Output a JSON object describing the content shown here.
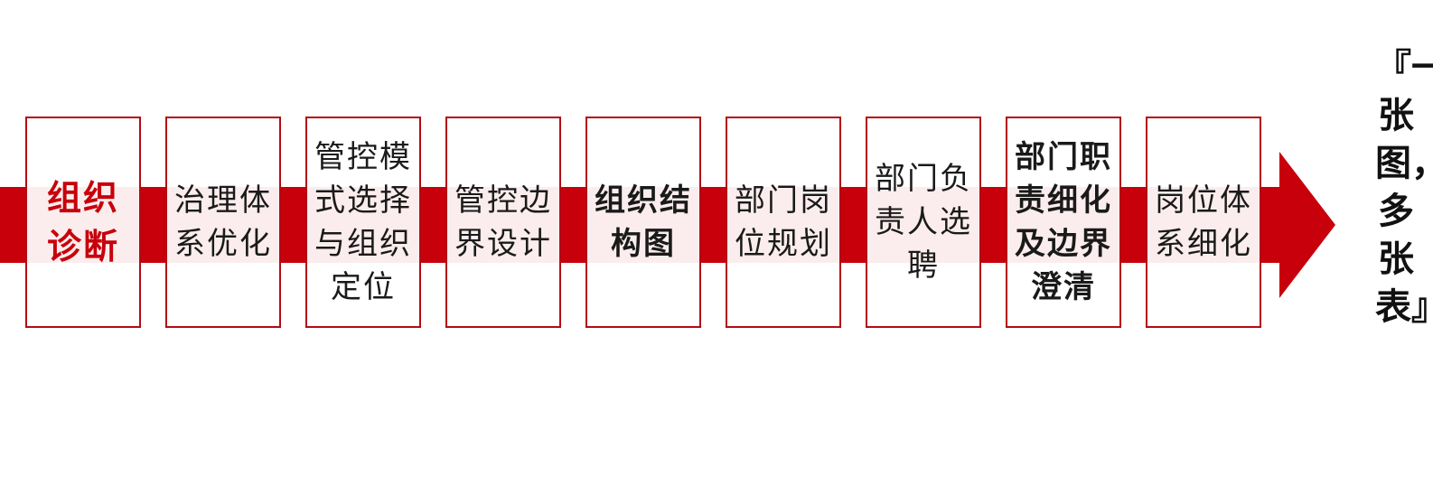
{
  "steps": [
    {
      "label": "组织诊断",
      "style": "highlight"
    },
    {
      "label": "治理体系优化",
      "style": "normal"
    },
    {
      "label": "管控模式选择与组织定位",
      "style": "normal"
    },
    {
      "label": "管控边界设计",
      "style": "normal"
    },
    {
      "label": "组织结构图",
      "style": "bold"
    },
    {
      "label": "部门岗位规划",
      "style": "normal"
    },
    {
      "label": "部门负责人选聘",
      "style": "normal"
    },
    {
      "label": "部门职责细化及边界澄清",
      "style": "bold"
    },
    {
      "label": "岗位体系细化",
      "style": "normal"
    }
  ],
  "side_title": "『一张图，多张表』",
  "colors": {
    "arrow": "#c8000b",
    "border": "#b40a14",
    "highlight_text": "#c8000b",
    "text": "#1a1a1a"
  }
}
